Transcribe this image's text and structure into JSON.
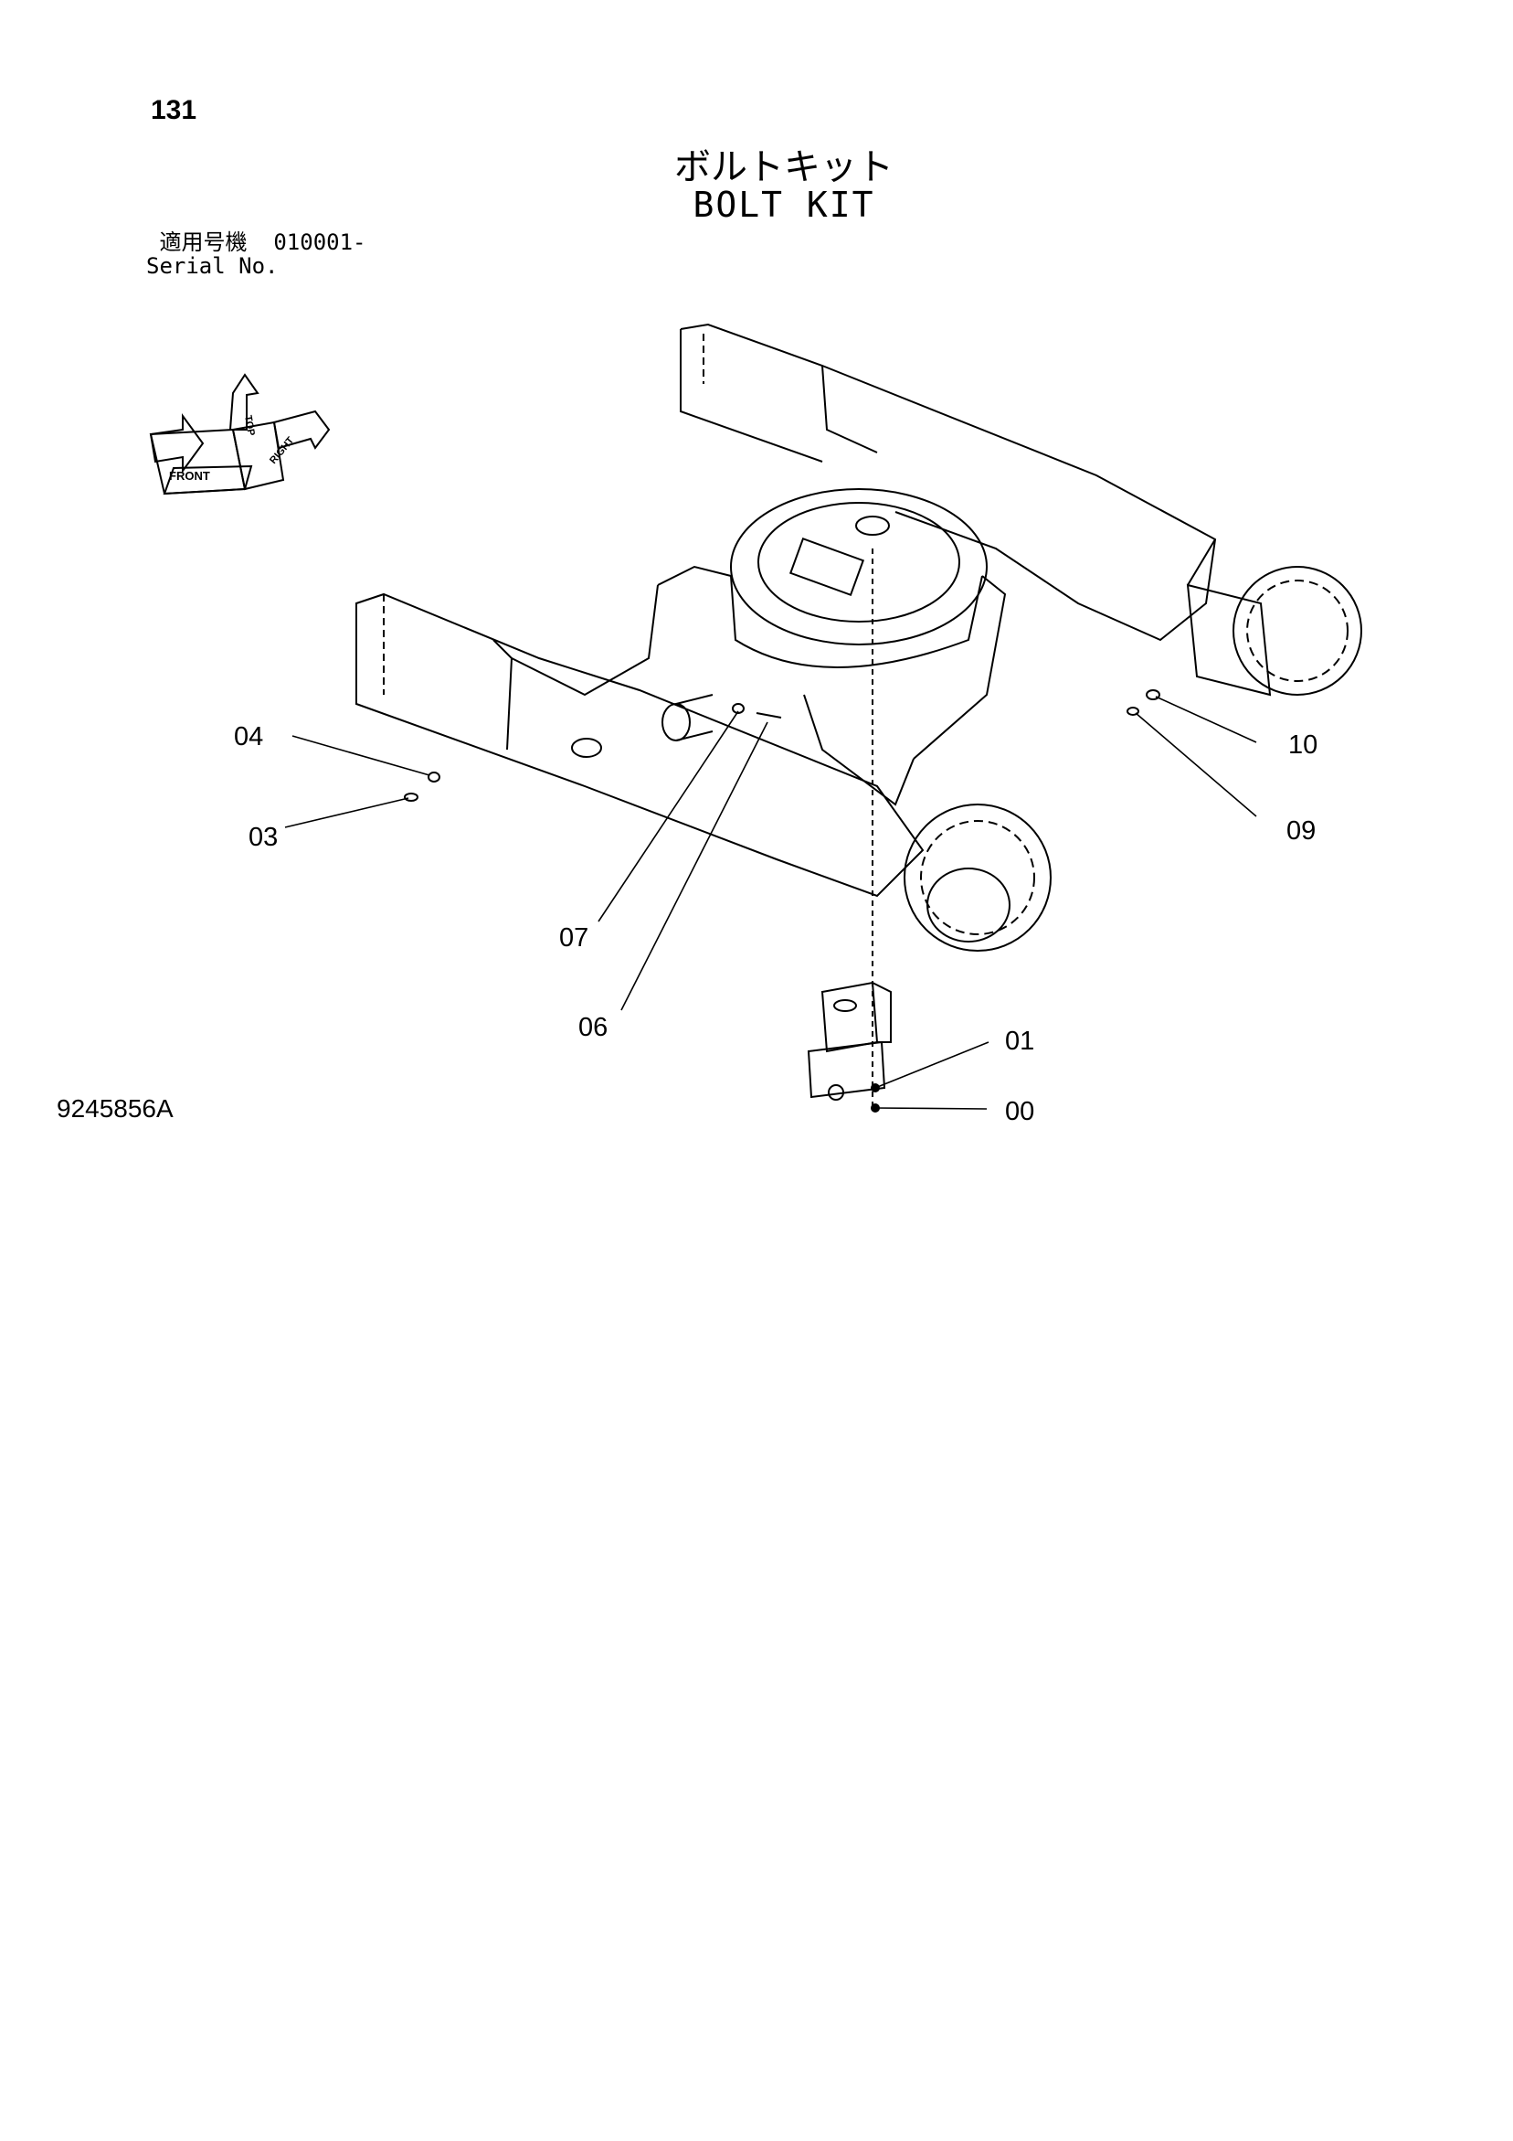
{
  "page": {
    "number": "131"
  },
  "title": {
    "japanese": "ボルトキット",
    "english": "BOLT KIT"
  },
  "serial": {
    "label_jp": "適用号機",
    "value": "010001-",
    "label_en": "Serial No."
  },
  "orientation_icon": {
    "front": "FRONT",
    "top": "TOP",
    "right": "RIGHT",
    "icon": "orientation-cube-icon"
  },
  "callouts": [
    {
      "id": "00",
      "label": "00"
    },
    {
      "id": "01",
      "label": "01"
    },
    {
      "id": "03",
      "label": "03"
    },
    {
      "id": "04",
      "label": "04"
    },
    {
      "id": "06",
      "label": "06"
    },
    {
      "id": "07",
      "label": "07"
    },
    {
      "id": "09",
      "label": "09"
    },
    {
      "id": "10",
      "label": "10"
    }
  ],
  "document_code": "9245856A"
}
